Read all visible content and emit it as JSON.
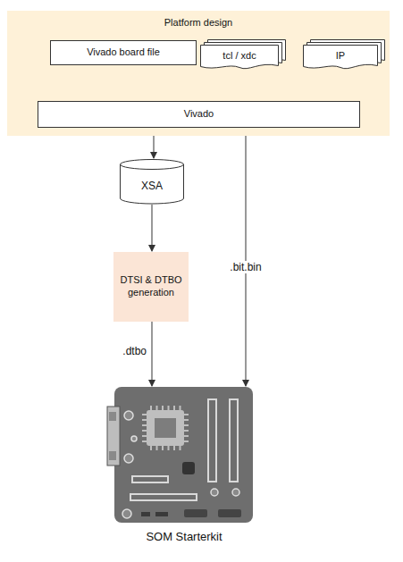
{
  "diagram": {
    "nodes": [
      {
        "text": [
          "Platform design"
        ]
      },
      {
        "text": [
          "Vivado board file"
        ],
        "in": 0
      },
      {
        "text": [
          "tcl / xdc"
        ],
        "in": 0
      },
      {
        "text": [
          "IP"
        ],
        "in": 0
      },
      {
        "text": [
          "Vivado"
        ],
        "in": 0
      },
      {
        "text": [
          "XSA"
        ]
      },
      {
        "text": [
          "DTSI & DTBO generation"
        ]
      },
      {
        "text": [
          "SOM Starterkit"
        ]
      }
    ],
    "edges": [
      {
        "from": 1,
        "to": 4,
        "arrow": "to"
      },
      {
        "from": 2,
        "to": 4,
        "arrow": "to"
      },
      {
        "from": 3,
        "to": 4,
        "arrow": "to"
      },
      {
        "from": 4,
        "to": 5,
        "arrow": "to"
      },
      {
        "from": 5,
        "to": 6,
        "arrow": "to"
      },
      {
        "from": 6,
        "to": 7,
        "label": ".dtbo",
        "arrow": "to"
      },
      {
        "from": 4,
        "to": 7,
        "label": ".bit.bin",
        "arrow": "to"
      }
    ]
  }
}
